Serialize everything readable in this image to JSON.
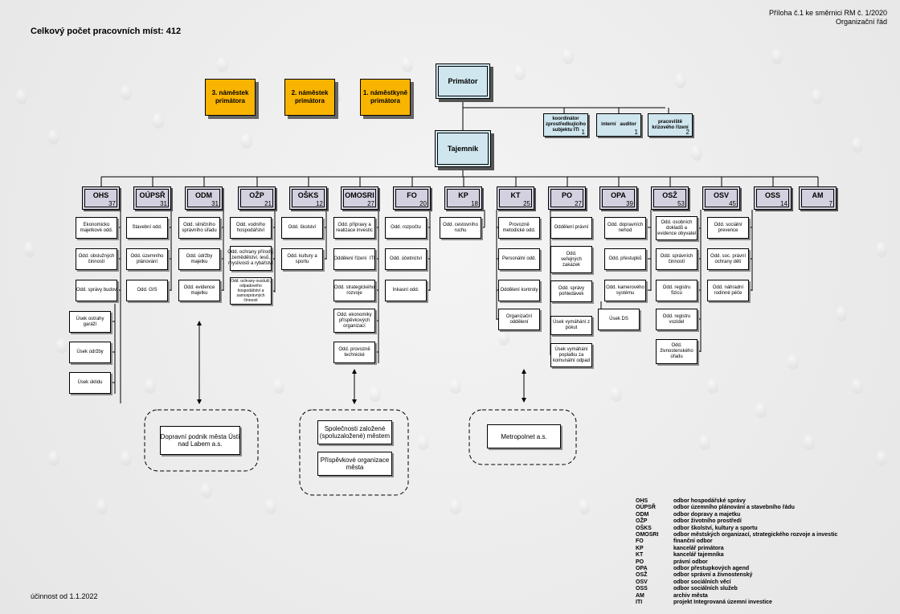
{
  "header": {
    "total": "Celkový počet pracovních míst:  412",
    "attachment": "Příloha č.1 ke směrnici RM č. 1/2020",
    "title": "Organizační řád"
  },
  "footer": {
    "effective": "účinnost od 1.1.2022"
  },
  "colors": {
    "deputy": "#f8b400",
    "top": "#cfe6ee",
    "dept": "#d3d1df",
    "sub": "#ffffff",
    "background": "#ececec"
  },
  "mayor": "Primátor",
  "secretary": "Tajemník",
  "deputies": [
    "3. náměstek\nprimátora",
    "2. náměstek\nprimátora",
    "1. náměstkyně\nprimátora"
  ],
  "staff_units": [
    {
      "label": "koordinátor\nzprostředkujícího\nsubjektu ITI",
      "count": "1"
    },
    {
      "label": "interní   auditor",
      "count": "1"
    },
    {
      "label": "pracoviště\nkrizového řízení",
      "count": "2"
    }
  ],
  "departments": [
    {
      "code": "OHS",
      "count": "37"
    },
    {
      "code": "OÚPSŘ",
      "count": "31"
    },
    {
      "code": "ODM",
      "count": "31"
    },
    {
      "code": "OŽP",
      "count": "21"
    },
    {
      "code": "OŠKS",
      "count": "12"
    },
    {
      "code": "OMOSRI",
      "count": "27"
    },
    {
      "code": "FO",
      "count": "20"
    },
    {
      "code": "KP",
      "count": "18"
    },
    {
      "code": "KT",
      "count": "25"
    },
    {
      "code": "PO",
      "count": "27"
    },
    {
      "code": "OPA",
      "count": "39"
    },
    {
      "code": "OSŽ",
      "count": "53"
    },
    {
      "code": "OSV",
      "count": "45"
    },
    {
      "code": "OSS",
      "count": "14"
    },
    {
      "code": "AM",
      "count": "7"
    }
  ],
  "sub_units": {
    "ohs": [
      "Ekonomicko\nmajetkové odd.",
      "Odd. obslužných\nčinností",
      "Odd. správy budov",
      "Úsek ostrahy\ngaráží",
      "Úsek údržby",
      "Úsek úklidu"
    ],
    "oupsr": [
      "Stavební odd.",
      "Odd. územního\nplánování",
      "Odd. GIS"
    ],
    "odm": [
      "Odd. silničního\nsprávního úřadu",
      "Odd. údržby\nmajetku",
      "Odd. evidence\nmajetku"
    ],
    "ozp": [
      "Odd. vodního\nhospodářství",
      "Odd. ochrany přírody,\nzemědělství, lesů,\nmyslivosti a rybářství",
      "Odd. ochrany ovzduší,\nodpadového\nhospodářství a\nsamosprávných\nčinností"
    ],
    "osks": [
      "Odd. školství",
      "Odd. kultury a\nsportu"
    ],
    "omosri": [
      "Odd. přípravy a\nrealizace investic",
      "Oddělení řízení  ITI",
      "Odd. strategického\nrozvoje",
      "Odd. ekonomiky\npříspěvkových\norganizací",
      "Odd. provozně\ntechnické"
    ],
    "fo": [
      "Odd. rozpočtu",
      "Odd. účetnictví",
      "Inkasní odd."
    ],
    "kp": [
      "Odd. cestovního\nruchu"
    ],
    "kt": [
      "Provozně\nmetodické odd.",
      "Personální odd.",
      "Oddělení kontroly",
      "Organizační\noddělení"
    ],
    "po": [
      "Oddělení právní",
      "Odd.\nveřejných\nzakázek",
      "Odd. správy\npohledávek",
      "Úsek vymáhání z\npokut",
      "Úsek vymáhání\npoplatku za\nkomunální odpad"
    ],
    "opa": [
      "Odd. dopravních\nnehod",
      "Odd. přestupků",
      "Odd. kamerového\nsystému",
      "Úsek DS"
    ],
    "osz": [
      "Odd. osobních\ndokladů a\nevidence obyvatel",
      "Odd. správních\nčinností",
      "Odd. registru\nfizicú",
      "Odd. registru\nvozidel",
      "Odd.\nživnostenského\núřadu"
    ],
    "osv": [
      "Odd. sociální\nprevence",
      "Odd. soc. právní\nochrany dětí",
      "Odd. náhradní\nrodinné péče"
    ]
  },
  "external": {
    "dpmul": "Dopravní podnik města Ústí\nnad Labem a.s.",
    "companies": "Společnosti založené\n(spoluzaložené) městem",
    "contrib": "Příspěvkové organizace\nměsta",
    "metropolnet": "Metropolnet a.s."
  },
  "legend": [
    {
      "abbr": "OHS",
      "text": "odbor hospodářské správy"
    },
    {
      "abbr": "OÚPSŘ",
      "text": "odbor územního plánování a stavebního řádu"
    },
    {
      "abbr": "ODM",
      "text": "odbor dopravy a majetku"
    },
    {
      "abbr": "OŽP",
      "text": "odbor životního prostředí"
    },
    {
      "abbr": "OŠKS",
      "text": "odbor školství, kultury a sportu"
    },
    {
      "abbr": "OMOSRI",
      "text": "odbor městských organizací, strategického rozvoje a investic"
    },
    {
      "abbr": "FO",
      "text": "finanční odbor"
    },
    {
      "abbr": "KP",
      "text": "kancelář primátora"
    },
    {
      "abbr": "KT",
      "text": "kancelář tajemníka"
    },
    {
      "abbr": "PO",
      "text": "právní odbor"
    },
    {
      "abbr": "OPA",
      "text": "odbor přestupkových agend"
    },
    {
      "abbr": "OSŽ",
      "text": "odbor správní a živnostenský"
    },
    {
      "abbr": "OSV",
      "text": "odbor sociálních věcí"
    },
    {
      "abbr": "OSS",
      "text": "odbor sociálních služeb"
    },
    {
      "abbr": "AM",
      "text": "archiv města"
    },
    {
      "abbr": "ITI",
      "text": "projekt Integrovaná územní investice"
    }
  ]
}
